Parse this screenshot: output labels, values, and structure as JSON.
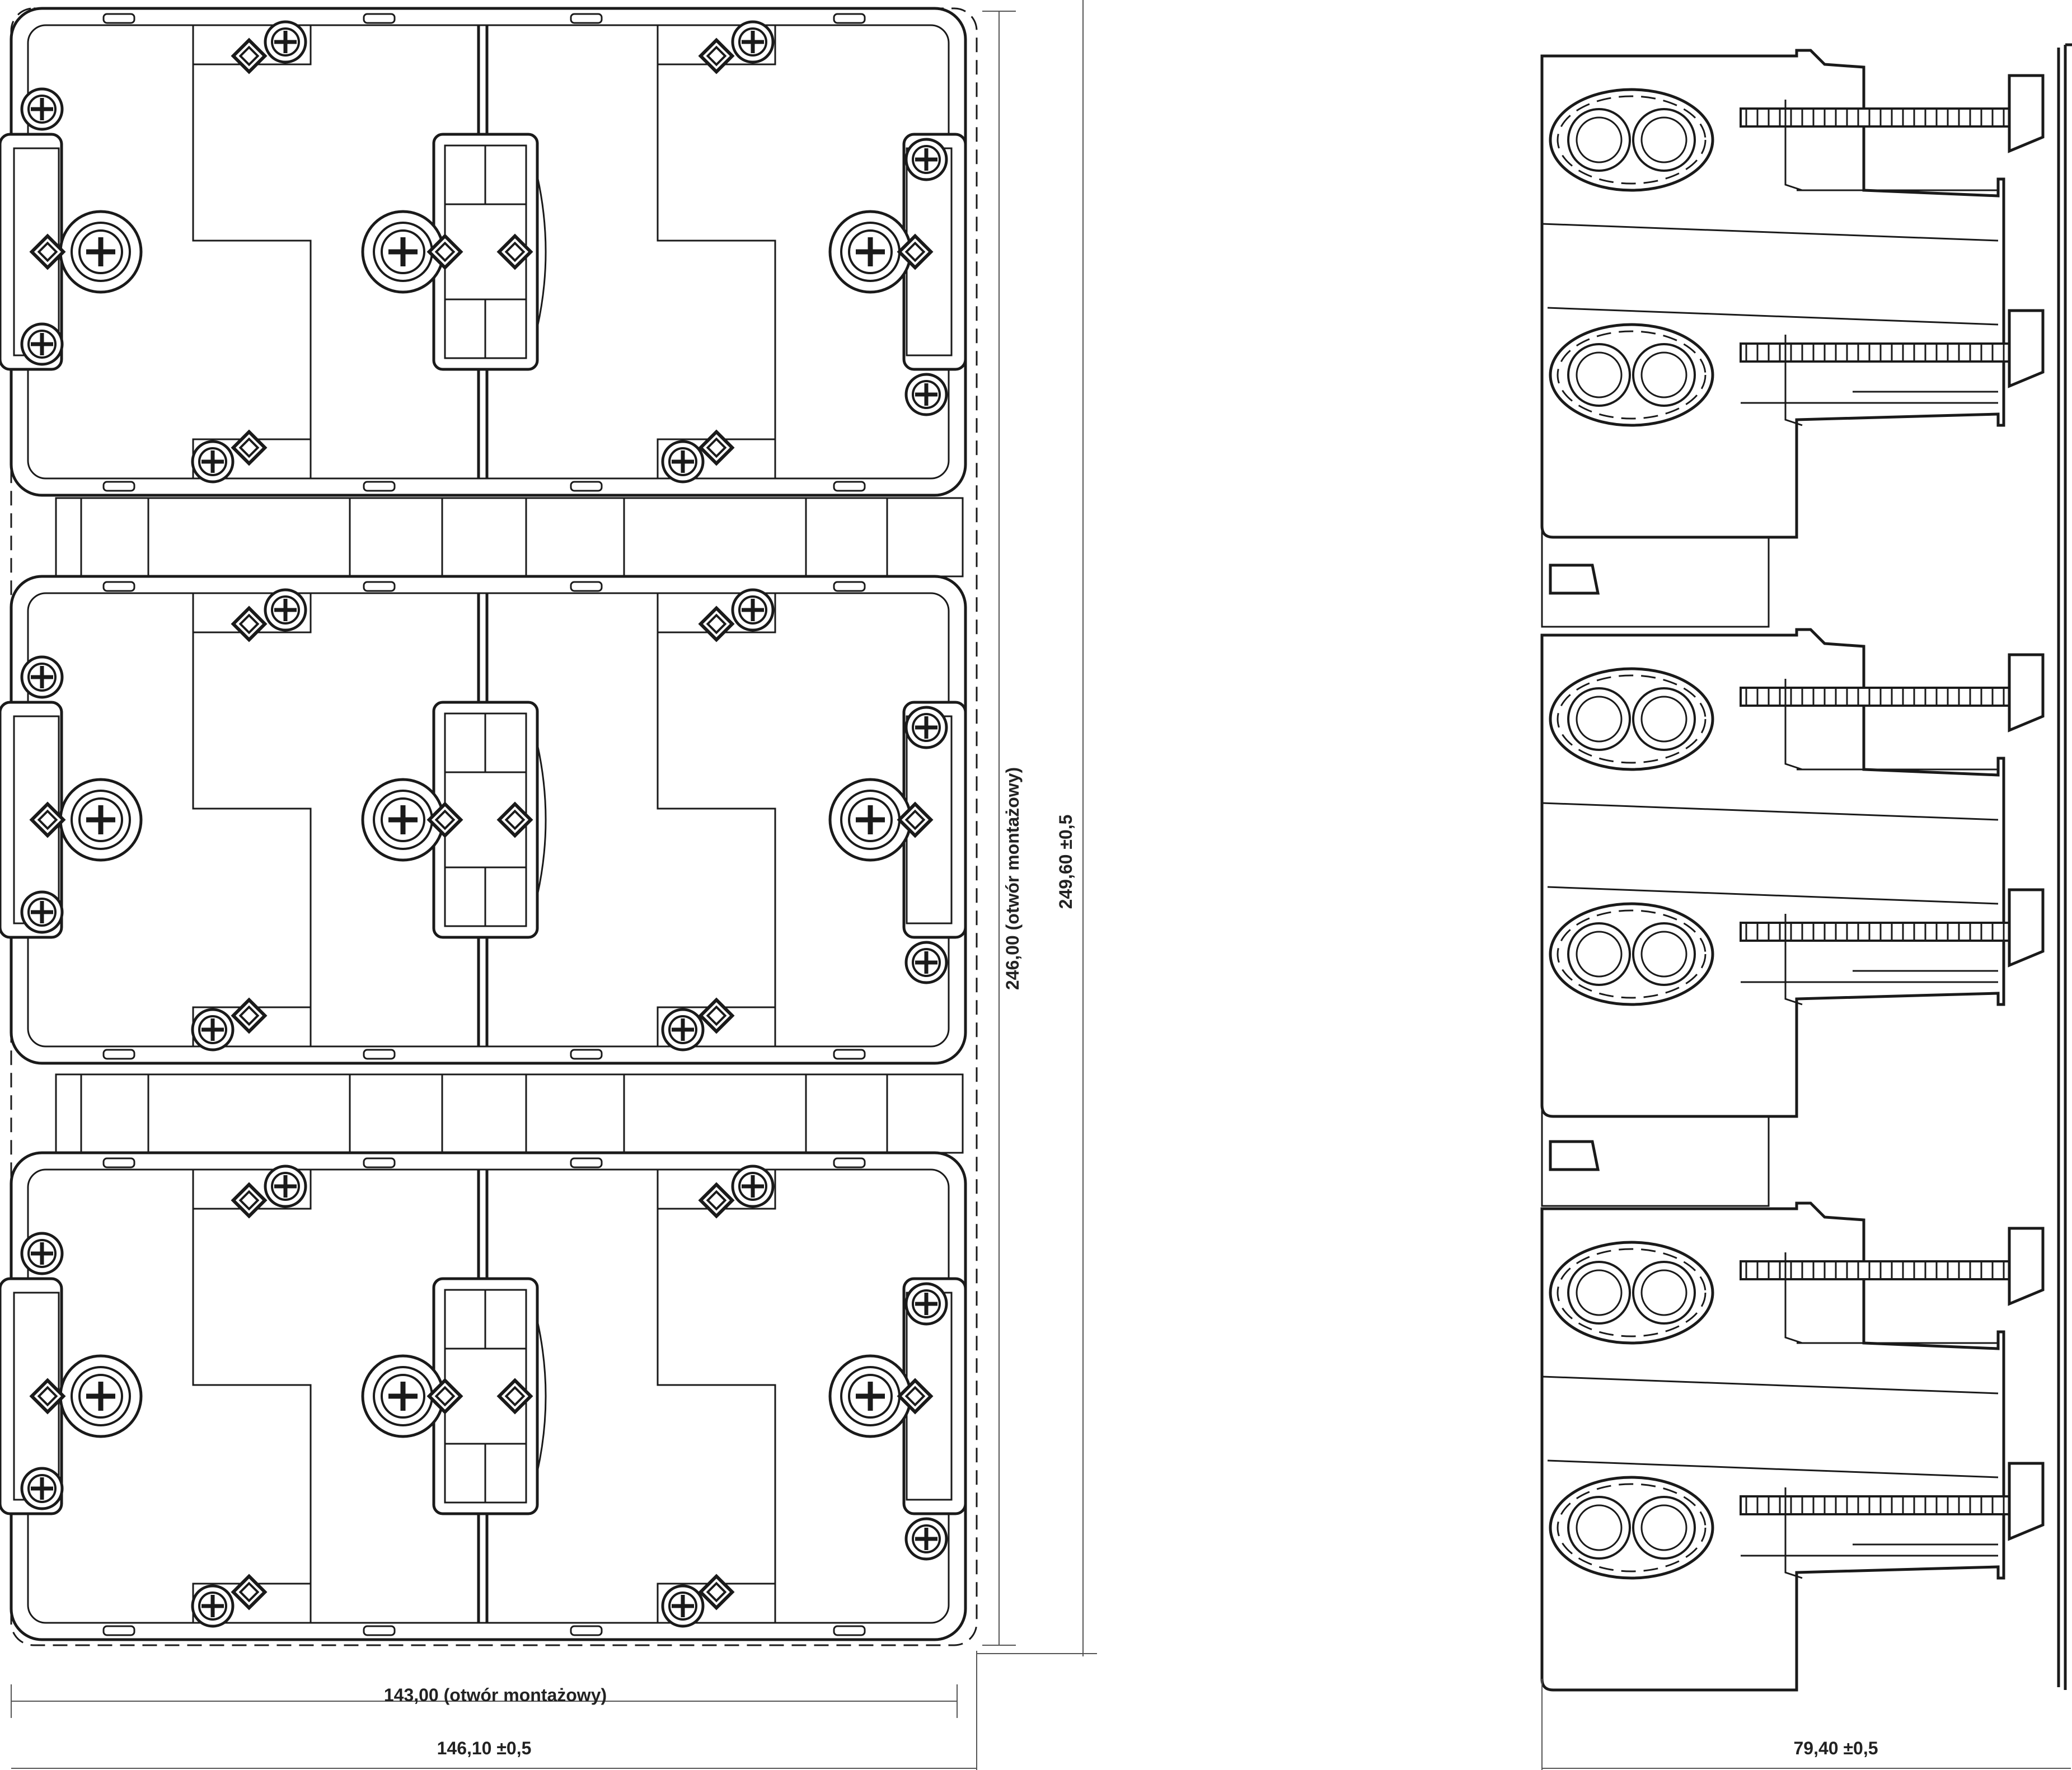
{
  "dimensions": {
    "width_mount_opening": "143,00  (otwór montażowy)",
    "width_overall": "146,10 ±0,5",
    "height_mount_opening": "246,00  (otwór montażowy)",
    "height_overall": "249,60 ±0,5",
    "depth_overall": "79,40 ±0,5"
  },
  "views": {
    "front": {
      "modules": 3
    },
    "side": {
      "modules": 3
    }
  }
}
